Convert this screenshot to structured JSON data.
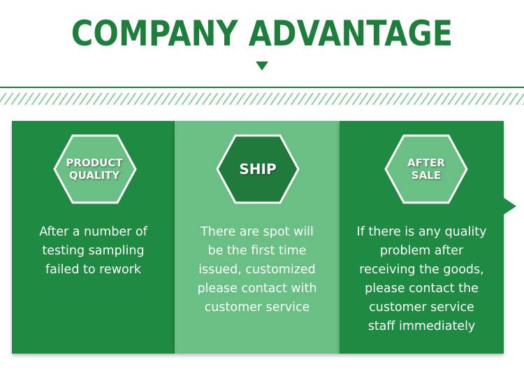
{
  "header": {
    "title": "COMPANY ADVANTAGE"
  },
  "colors": {
    "brand_green": "#1e7f3c",
    "panel_dark": "#1f8a41",
    "panel_light": "#6abf85",
    "hex_dark": "#1f7a3c",
    "stripe": "#8bcf9f"
  },
  "advantages": [
    {
      "label": "PRODUCT\nQUALITY",
      "description": "After a number of\ntesting sampling\nfailed to rework"
    },
    {
      "label": "SHIP",
      "description": "There are spot will\nbe the first time\nissued, customized\nplease contact with\ncustomer service"
    },
    {
      "label": "AFTER\nSALE",
      "description": "If there is any quality\nproblem after\nreceiving the goods,\nplease contact the\ncustomer service\nstaff immediately"
    }
  ]
}
